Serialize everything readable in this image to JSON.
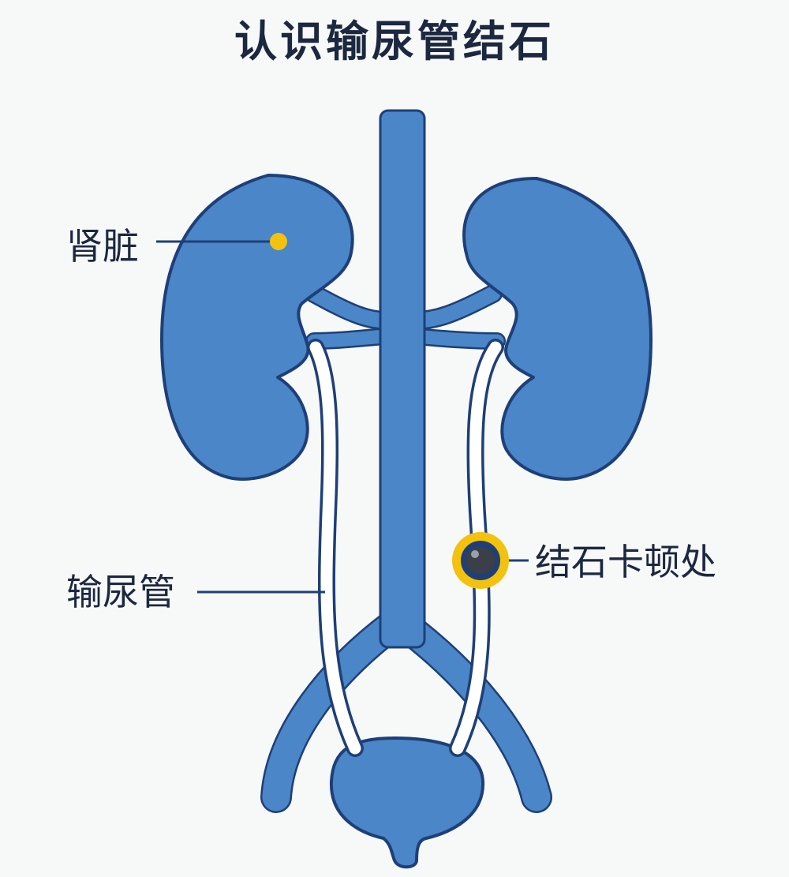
{
  "title": "认识输尿管结石",
  "labels": {
    "kidney": "肾脏",
    "ureter": "输尿管",
    "stone_site": "结石卡顿处"
  },
  "colors": {
    "organ_fill": "#4a86c8",
    "outline": "#1e3f78",
    "ureter_fill": "#ffffff",
    "marker_yellow": "#f3c20f",
    "stone": "#3a3f4a",
    "text": "#1c2740",
    "background": "#f7f8f8"
  },
  "icons": {
    "kidney_marker": "yellow-dot",
    "stone_marker": "stone-in-yellow-ring"
  }
}
